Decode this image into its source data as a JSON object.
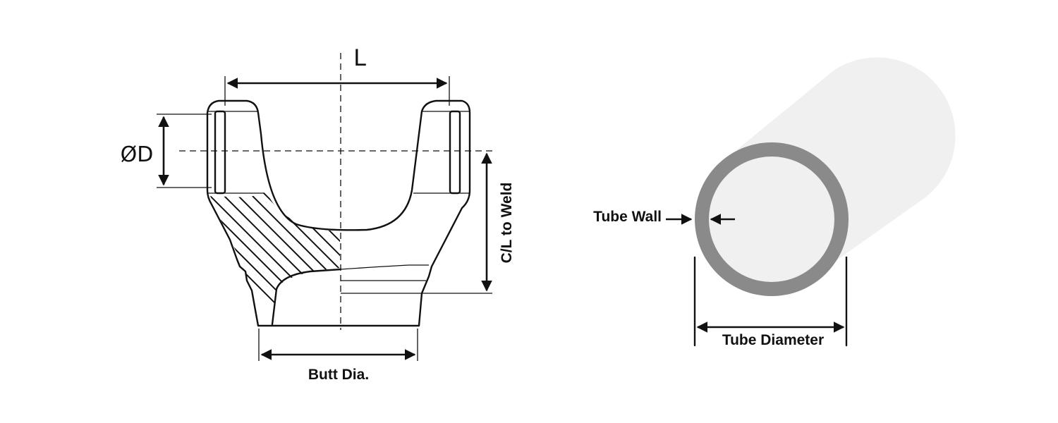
{
  "yoke": {
    "length_label": "L",
    "bore_label": "ØD",
    "weld_label": "C/L to Weld",
    "butt_label": "Butt Dia."
  },
  "tube": {
    "wall_label": "Tube Wall",
    "diameter_label": "Tube Diameter"
  },
  "colors": {
    "line": "#111111",
    "tube_body": "#f0f0f0",
    "tube_wall": "#8a8a8a",
    "background": "#ffffff"
  }
}
